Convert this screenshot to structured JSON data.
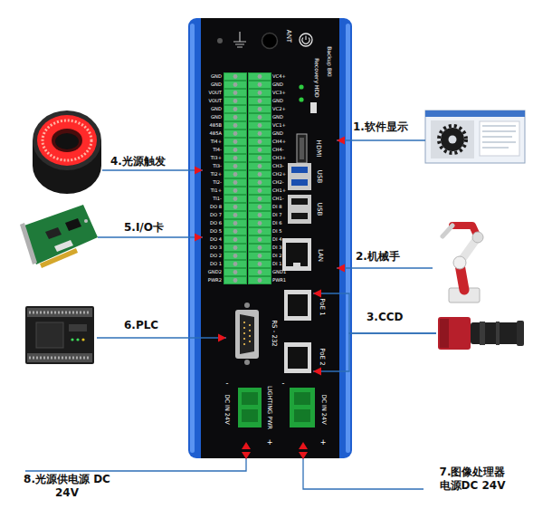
{
  "diagram": {
    "nodes": [
      {
        "text": [
          "ANT",
          "Backup BKI",
          "Recovery HDD"
        ]
      },
      {
        "text": [
          "GND",
          "GND",
          "VOUT",
          "VOUT",
          "GND",
          "GND",
          "485B",
          "485A",
          "TI4+",
          "TI4-",
          "TI3+",
          "TI3-",
          "TI2+",
          "TI2-",
          "TI1+",
          "TI1-",
          "DO 8",
          "DO 7",
          "DO 6",
          "DO 5",
          "DO 4",
          "DO 3",
          "DO 2",
          "DO 1",
          "GND2",
          "PWR2"
        ],
        "in": 0
      },
      {
        "text": [
          "VC4+",
          "GND",
          "VC3+",
          "GND",
          "VC2+",
          "GND",
          "VC1+",
          "GND",
          "CH4+",
          "CH4-",
          "CH3+",
          "CH3-",
          "CH2+",
          "CH2-",
          "CH1+",
          "CH1-",
          "DI 8",
          "DI 7",
          "DI 6",
          "DI 5",
          "DI 4",
          "DI 3",
          "DI 2",
          "DI 1",
          "GND1",
          "PWR1"
        ],
        "in": 0
      },
      {
        "text": [
          "HDMI"
        ],
        "in": 0
      },
      {
        "text": [
          "USB"
        ],
        "in": 0
      },
      {
        "text": [
          "USB"
        ],
        "in": 0
      },
      {
        "text": [
          "LAN"
        ],
        "in": 0
      },
      {
        "text": [
          "PoE 1"
        ],
        "in": 0
      },
      {
        "text": [
          "PoE 2"
        ],
        "in": 0
      },
      {
        "text": [
          "RS - 232"
        ],
        "in": 0
      },
      {
        "text": [
          "DC IN 24V",
          "LIGHTING PWR"
        ],
        "in": 0
      },
      {
        "text": [
          "DC IN 24V"
        ],
        "in": 0
      },
      {
        "text": [
          "1.软件显示"
        ]
      },
      {
        "text": [
          "2.机械手"
        ]
      },
      {
        "text": [
          "3.CCD"
        ]
      },
      {
        "text": [
          "4.光源触发"
        ]
      },
      {
        "text": [
          "5.I/O卡"
        ]
      },
      {
        "text": [
          "6.PLC"
        ]
      }
    ],
    "edges": [
      {
        "from": 12,
        "to": 3,
        "arrow": "to"
      },
      {
        "from": 13,
        "to": 6,
        "arrow": "to"
      },
      {
        "from": 14,
        "to": 7,
        "arrow": "to"
      },
      {
        "from": 14,
        "to": 8,
        "arrow": "to"
      },
      {
        "from": 15,
        "to": 1,
        "arrow": "to"
      },
      {
        "from": 16,
        "to": 1,
        "arrow": "to"
      },
      {
        "from": 17,
        "to": 9,
        "arrow": "to"
      }
    ],
    "labels": [
      "7.图像处理器 电源DC 24V",
      "8.光源供电源 DC 24V",
      "-",
      "+",
      "-",
      "+"
    ]
  }
}
